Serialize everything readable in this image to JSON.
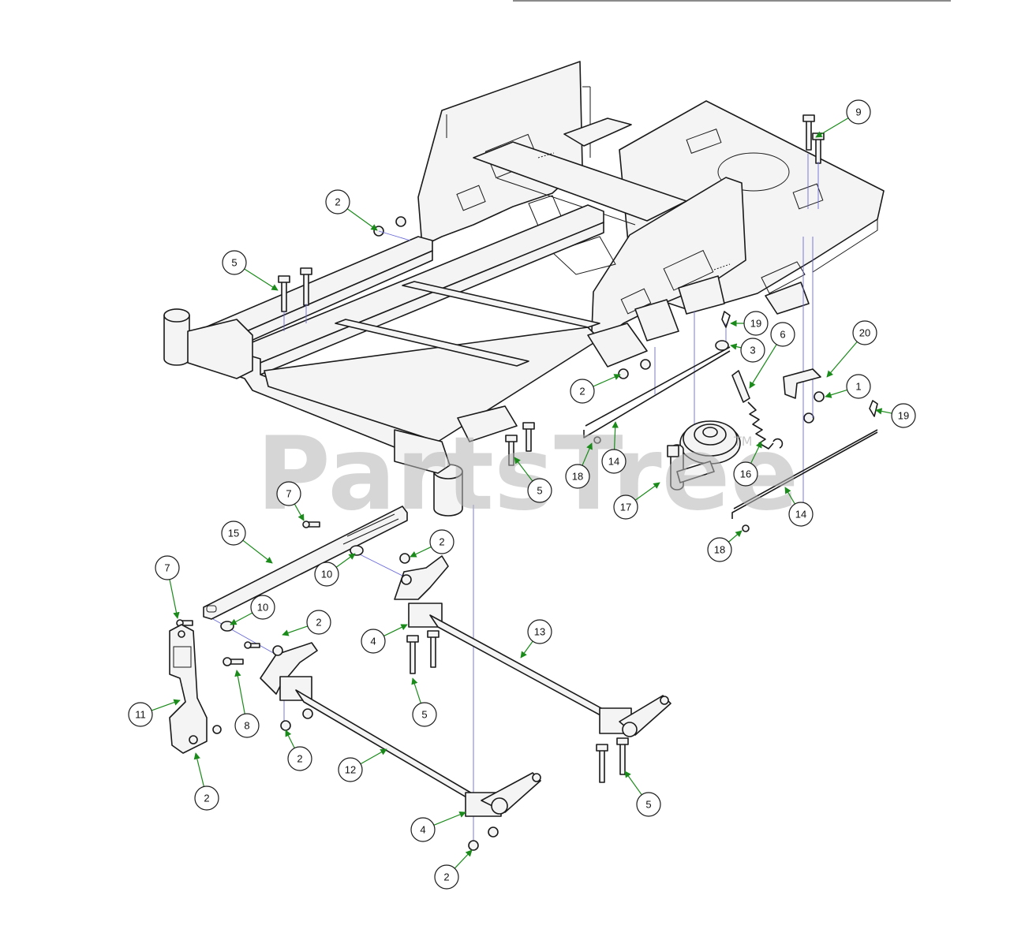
{
  "watermark": {
    "text": "PartsTree",
    "tm": "TM"
  },
  "callouts": [
    {
      "label": "2"
    },
    {
      "label": "5"
    },
    {
      "label": "9"
    },
    {
      "label": "19"
    },
    {
      "label": "3"
    },
    {
      "label": "6"
    },
    {
      "label": "20"
    },
    {
      "label": "1"
    },
    {
      "label": "19"
    },
    {
      "label": "2"
    },
    {
      "label": "14"
    },
    {
      "label": "18"
    },
    {
      "label": "16"
    },
    {
      "label": "17"
    },
    {
      "label": "5"
    },
    {
      "label": "14"
    },
    {
      "label": "18"
    },
    {
      "label": "7"
    },
    {
      "label": "15"
    },
    {
      "label": "2"
    },
    {
      "label": "10"
    },
    {
      "label": "7"
    },
    {
      "label": "10"
    },
    {
      "label": "2"
    },
    {
      "label": "4"
    },
    {
      "label": "13"
    },
    {
      "label": "11"
    },
    {
      "label": "8"
    },
    {
      "label": "5"
    },
    {
      "label": "2"
    },
    {
      "label": "12"
    },
    {
      "label": "2"
    },
    {
      "label": "5"
    },
    {
      "label": "4"
    },
    {
      "label": "2"
    }
  ]
}
